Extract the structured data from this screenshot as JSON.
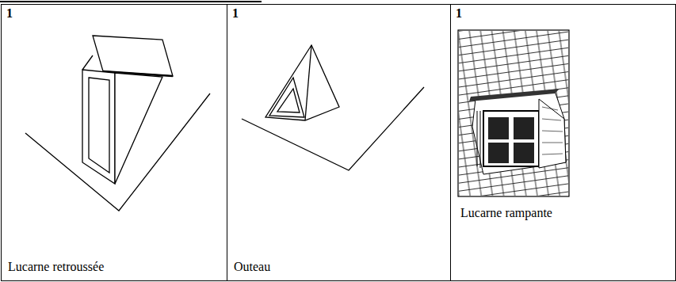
{
  "diagram": {
    "nodes": [
      {
        "text": [
          "1",
          "Lucarne retroussée"
        ]
      },
      {
        "text": [
          "1",
          "Outeau"
        ]
      },
      {
        "text": [
          "1",
          "Lucarne rampante"
        ]
      }
    ]
  }
}
